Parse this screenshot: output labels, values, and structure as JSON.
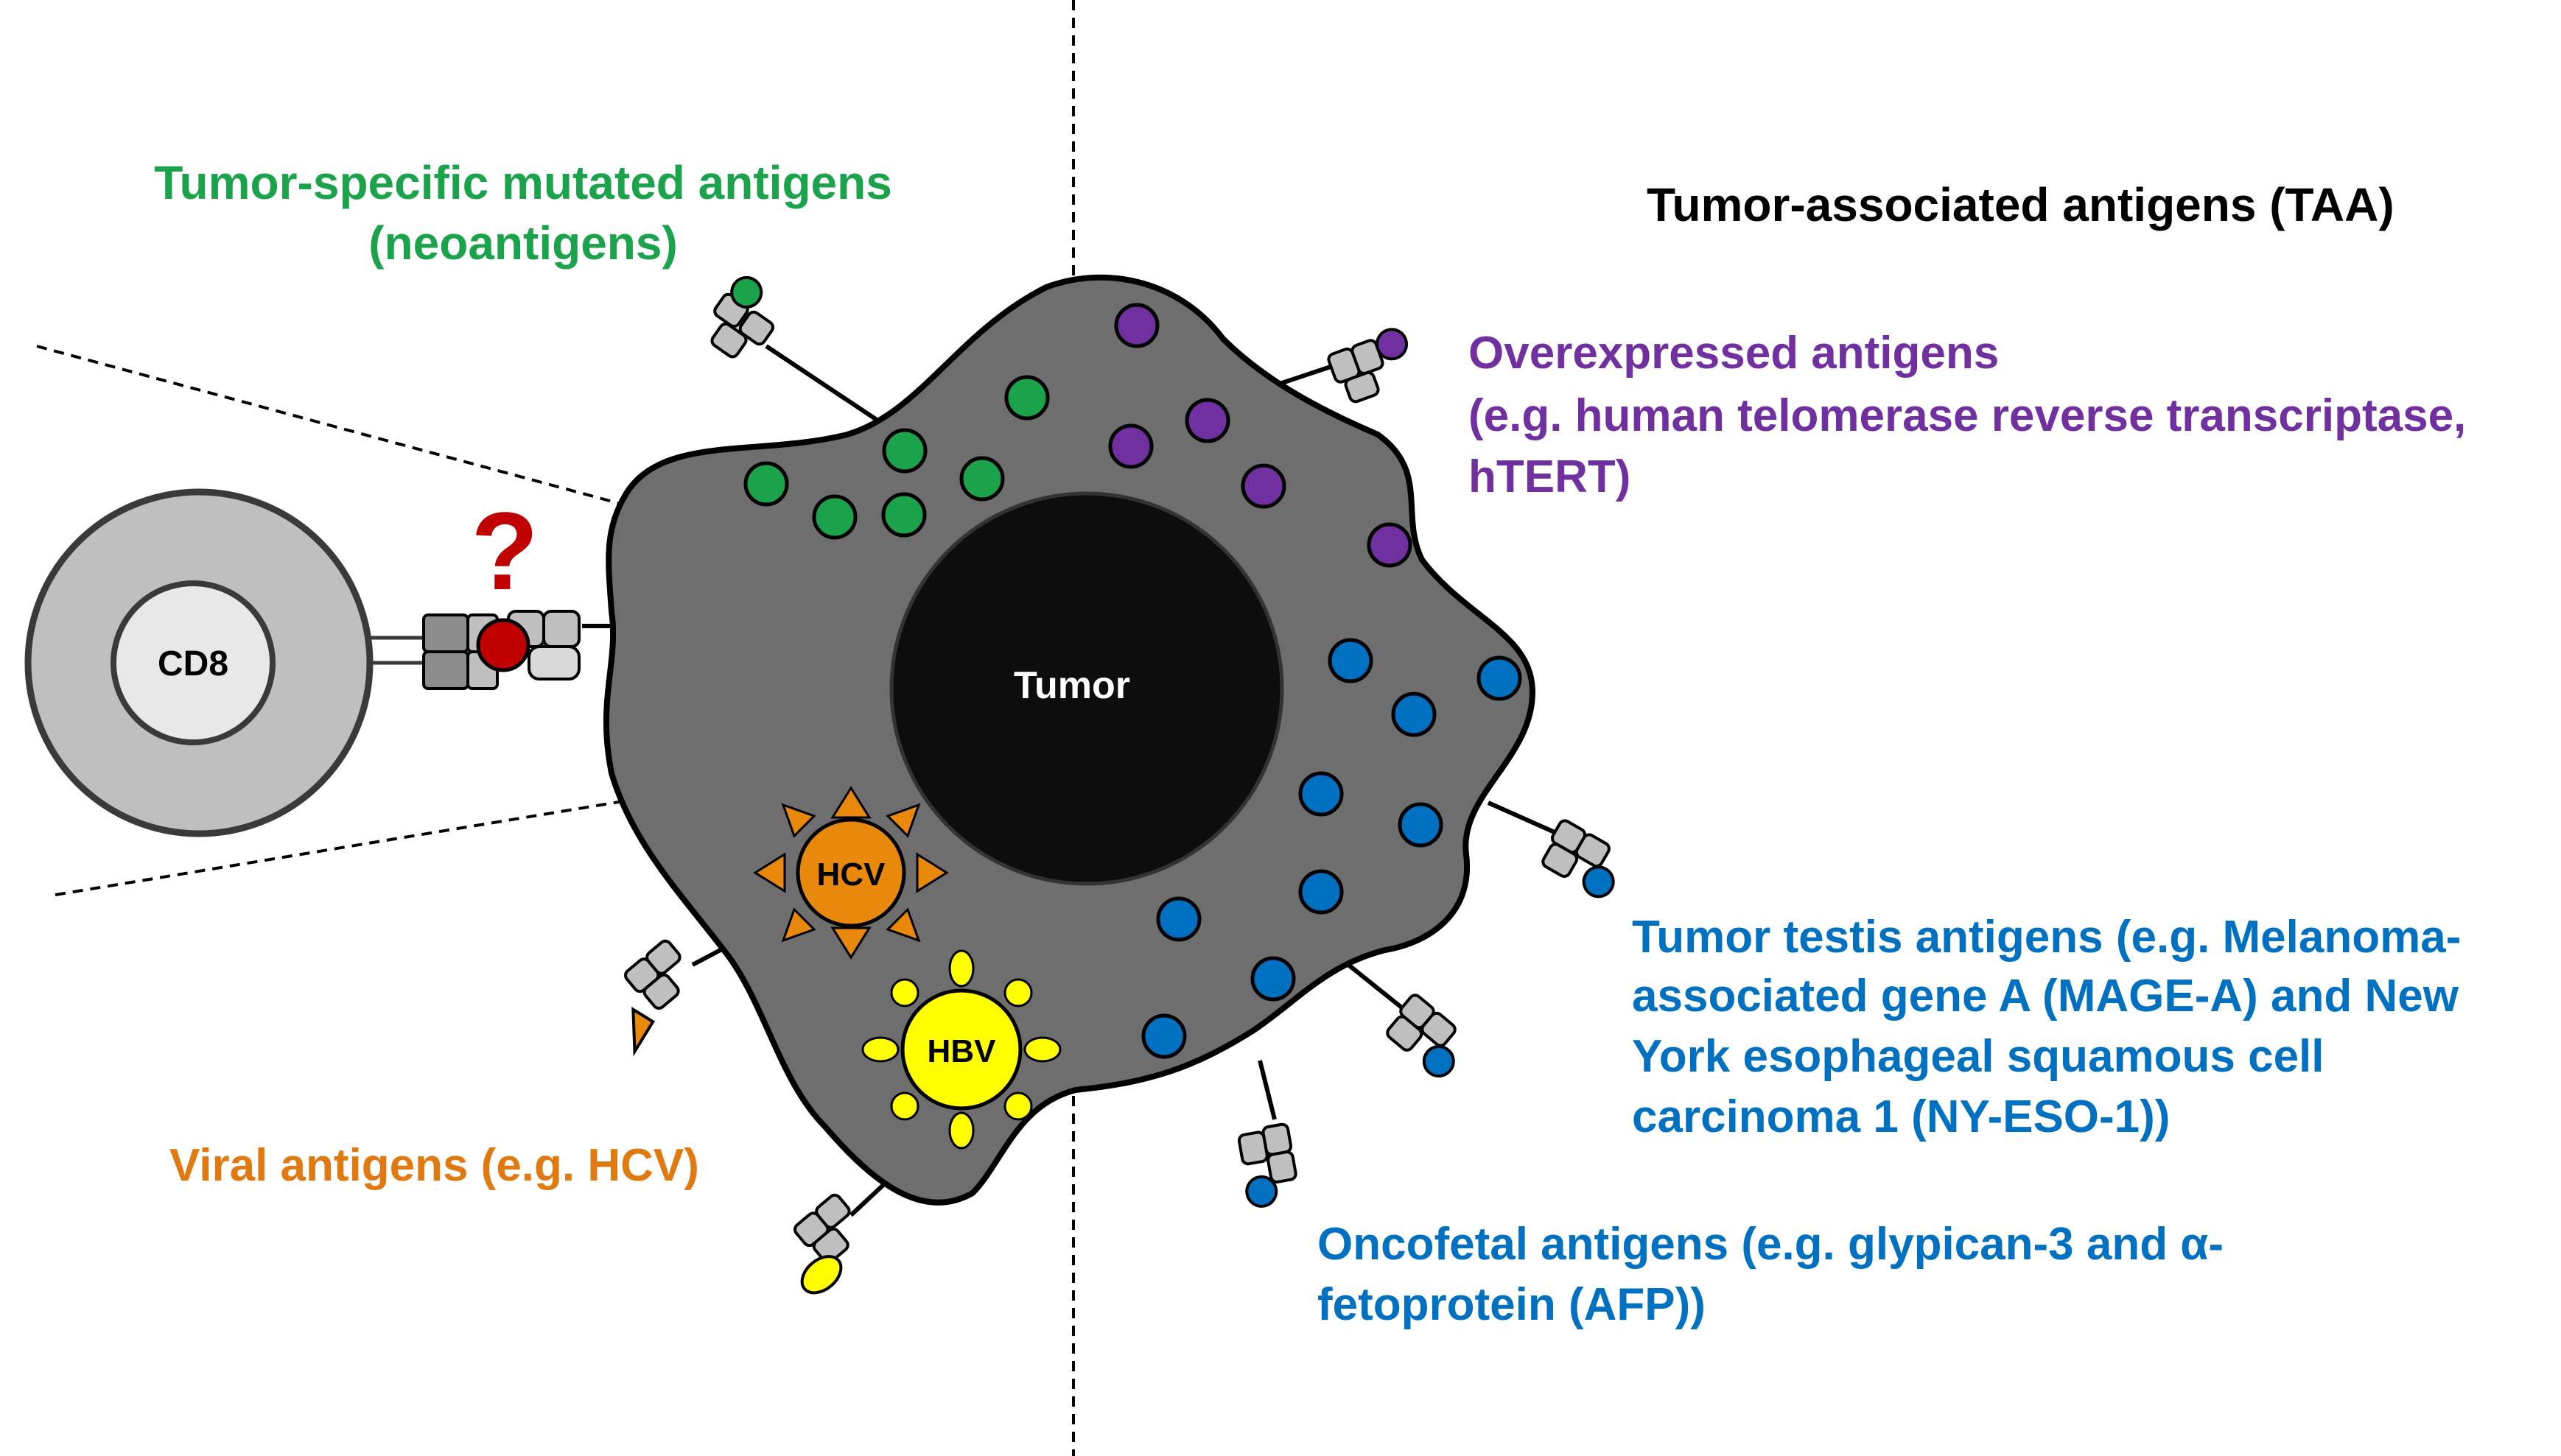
{
  "labels": {
    "neo_line1": "Tumor-specific mutated antigens",
    "neo_line2": "(neoantigens)",
    "taa_title": "Tumor-associated antigens (TAA)",
    "over_line1": "Overexpressed antigens",
    "over_line2": "(e.g. human telomerase reverse transcriptase,",
    "over_line3": "hTERT)",
    "testis_line1": "Tumor testis antigens (e.g. Melanoma-",
    "testis_line2": "associated gene A (MAGE-A) and New",
    "testis_line3": "York esophageal squamous cell",
    "testis_line4": "carcinoma 1 (NY-ESO-1))",
    "onco_line1": "Oncofetal antigens (e.g. glypican-3 and α-",
    "onco_line2": "fetoprotein (AFP))",
    "viral": "Viral antigens (e.g. HCV)",
    "cd8": "CD8",
    "tumor": "Tumor",
    "hcv": "HCV",
    "hbv": "HBV",
    "question": "?"
  },
  "colors": {
    "green": "#1aa34a",
    "purple": "#7030a0",
    "blue": "#0070c0",
    "orange": "#e07a10",
    "black_text": "#000000",
    "red_question": "#c00000",
    "cell_gray": "#6e6e6e",
    "nucleus": "#0d0d0d",
    "hcv_fill": "#e8890c",
    "hbv_fill": "#ffff00"
  }
}
